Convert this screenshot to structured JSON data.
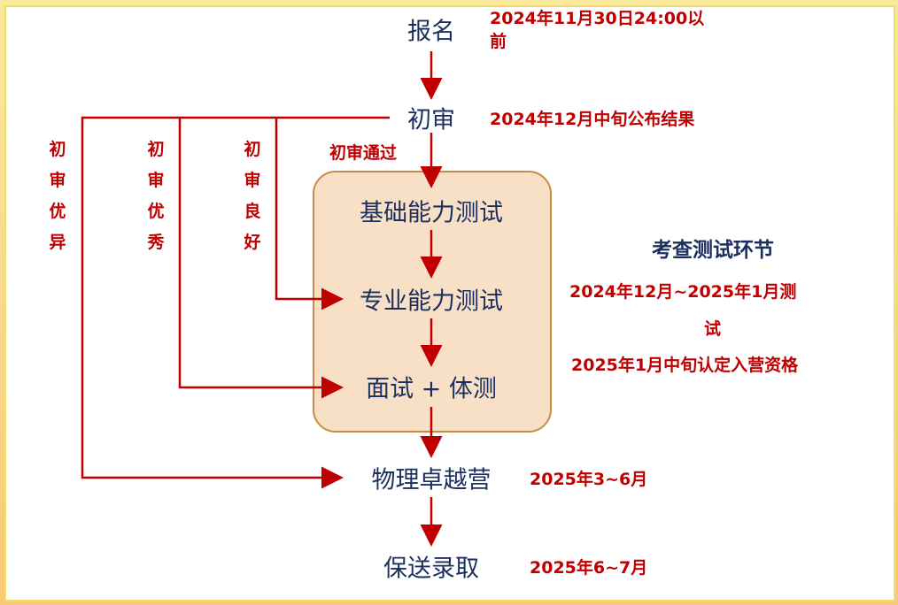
{
  "nodes": {
    "signup": "报名",
    "prelim": "初审",
    "basic": "基础能力测试",
    "major": "专业能力测试",
    "interview": "面试 + 体测",
    "camp": "物理卓越营",
    "admit": "保送录取"
  },
  "dates": {
    "signup_l1": "2024年11月30日24:00以",
    "signup_l2": "前",
    "prelim": "2024年12月中旬公布结果",
    "camp": "2025年3~6月",
    "admit": "2025年6~7月"
  },
  "branches": {
    "excellent_plus": "初审优异",
    "excellent": "初审优秀",
    "good": "初审良好",
    "pass": "初审通过"
  },
  "test_section": {
    "title": "考查测试环节",
    "line1": "2024年12月~2025年1月测",
    "line2": "试",
    "line3": "2025年1月中旬认定入营资格"
  },
  "colors": {
    "arrow": "#c00000",
    "node_text": "#1b2f5e",
    "box_fill": "#f8e0c6"
  }
}
